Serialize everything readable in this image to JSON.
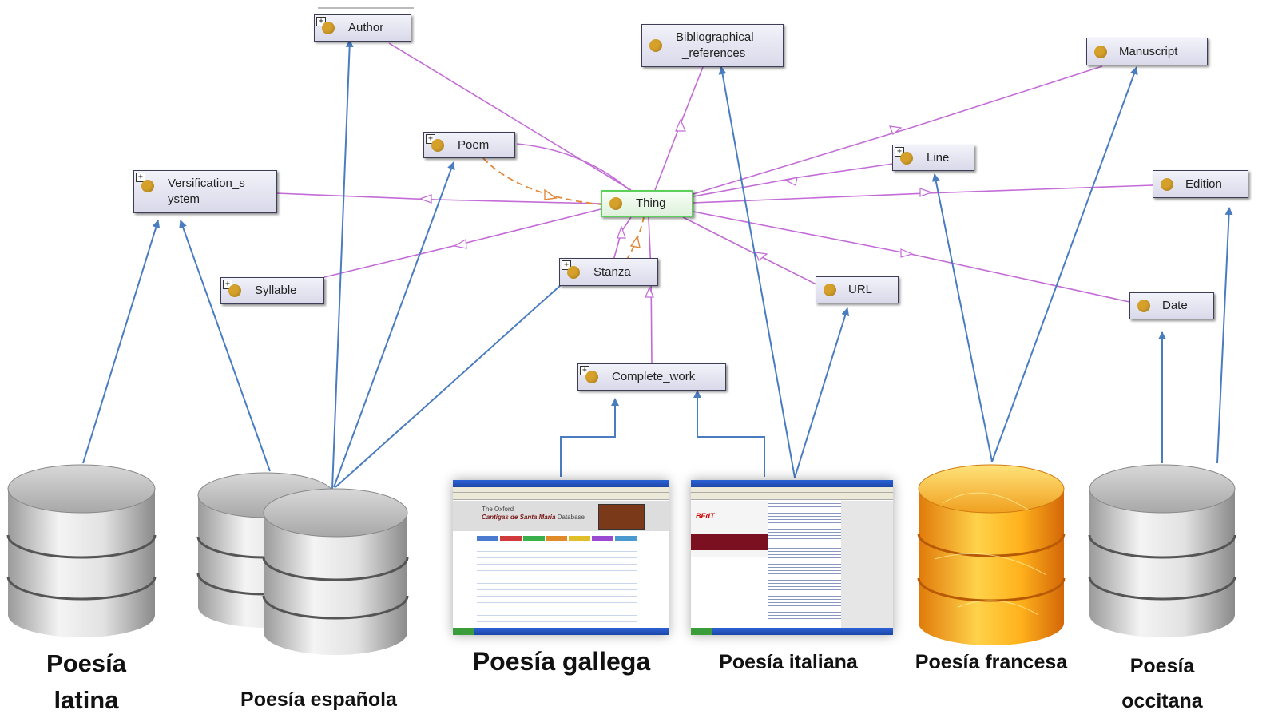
{
  "diagram": {
    "nodes": {
      "author": "Author",
      "bibliographical": [
        "Bibliographical",
        "_references"
      ],
      "manuscript": "Manuscript",
      "poem": "Poem",
      "line": "Line",
      "versification": [
        "Versification_s",
        "ystem"
      ],
      "thing": "Thing",
      "edition": "Edition",
      "stanza": "Stanza",
      "syllable": "Syllable",
      "url": "URL",
      "date": "Date",
      "complete_work": "Complete_work"
    },
    "expand_glyph": "+"
  },
  "sources": {
    "latina": [
      "Poesía",
      "latina"
    ],
    "espanola": "Poesía española",
    "gallega": "Poesía gallega",
    "italiana": "Poesía italiana",
    "francesa": "Poesía francesa",
    "occitana": [
      "Poesía",
      "occitana"
    ]
  },
  "screenshots": {
    "gallega_title_1": "The Oxford",
    "gallega_title_2": "Cantigas de Santa Maria",
    "gallega_title_3": "Database",
    "italiana_logo": "BEdT"
  },
  "colors": {
    "ontology_edge": "#c36bd6",
    "inferred_edge": "#e0893a",
    "mapping_arrow": "#4a7cc0",
    "node_dot": "#d6a12a",
    "thing_border": "#5bd15b"
  }
}
